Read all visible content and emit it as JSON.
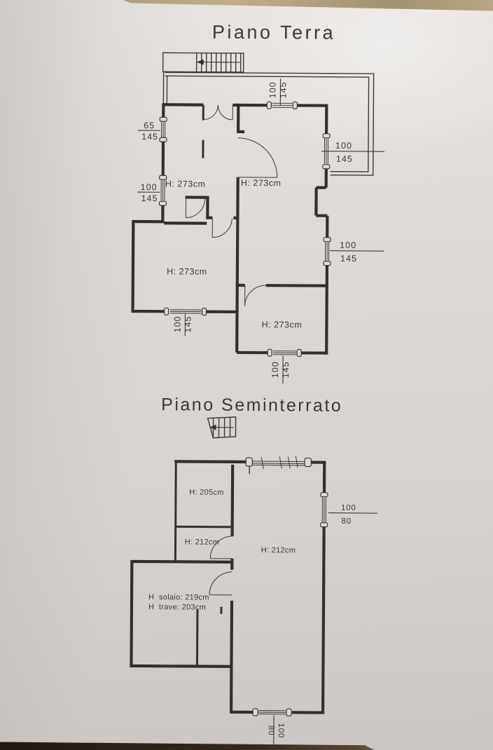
{
  "photo": {
    "paper_color": "#dedad7",
    "line_color": "#33302c",
    "table_top_color": "#bfae8e",
    "table_bottom_color": "#33291d"
  },
  "ground_floor": {
    "title": "Piano Terra",
    "room_labels": [
      {
        "text": "H: 273cm"
      },
      {
        "text": "H: 273cm"
      },
      {
        "text": "H: 273cm"
      },
      {
        "text": "H: 273cm"
      }
    ],
    "window_labels": [
      {
        "num": "100",
        "den": "145"
      },
      {
        "num": "65",
        "den": "145"
      },
      {
        "num": "100",
        "den": "145"
      },
      {
        "num": "100",
        "den": "145"
      },
      {
        "num": "100",
        "den": "145"
      },
      {
        "num": "100",
        "den": "145"
      },
      {
        "num": "100",
        "den": "145"
      }
    ]
  },
  "basement": {
    "title": "Piano Seminterrato",
    "room_labels": [
      {
        "text": "H: 205cm"
      },
      {
        "text": "H: 212cm"
      },
      {
        "text": "H: 212cm"
      },
      {
        "text": "H  solaio: 219cm"
      },
      {
        "text": "H  trave: 203cm"
      }
    ],
    "window_labels": [
      {
        "num": "100",
        "den": "80"
      },
      {
        "num": "100",
        "den": "80"
      }
    ]
  }
}
